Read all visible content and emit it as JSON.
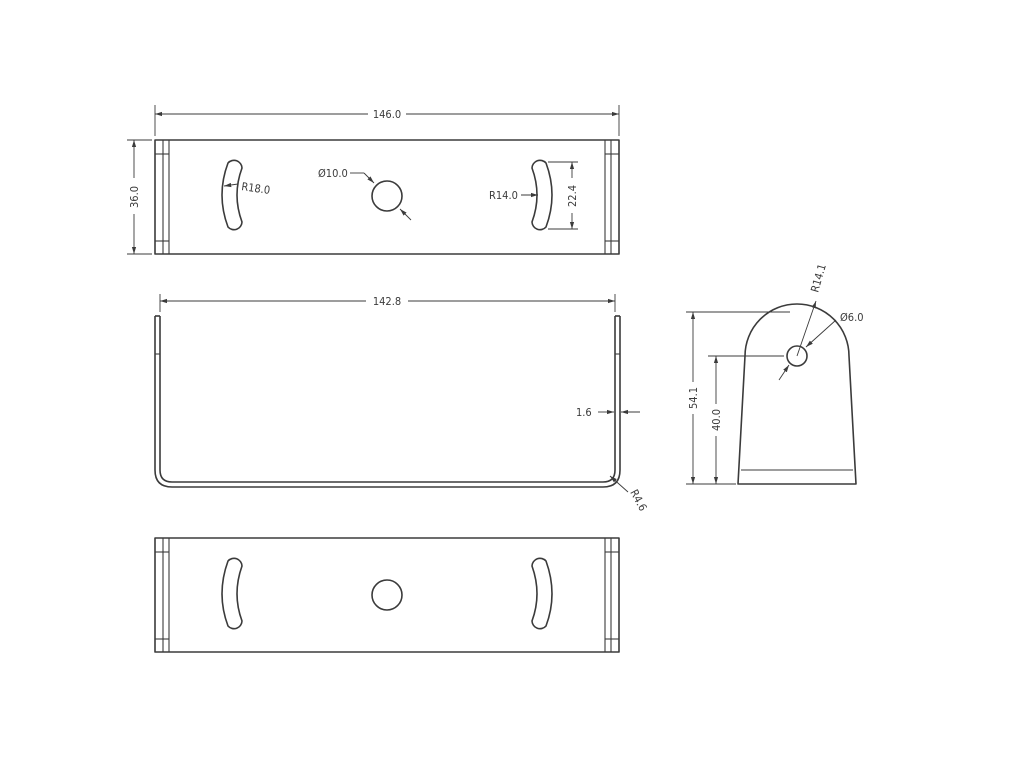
{
  "dimensions": {
    "top_width": "146.0",
    "top_height": "36.0",
    "slot_left_radius": "R18.0",
    "hole_diameter": "Ø10.0",
    "slot_right_radius": "R14.0",
    "slot_length": "22.4",
    "side_inner_width": "142.8",
    "wall_thickness": "1.6",
    "bend_radius": "R4.6",
    "end_radius": "R14.1",
    "end_hole_diameter": "Ø6.0",
    "end_total_height": "54.1",
    "end_hole_height": "40.0"
  },
  "colors": {
    "line": "#3b3b3b",
    "background": "#ffffff"
  }
}
